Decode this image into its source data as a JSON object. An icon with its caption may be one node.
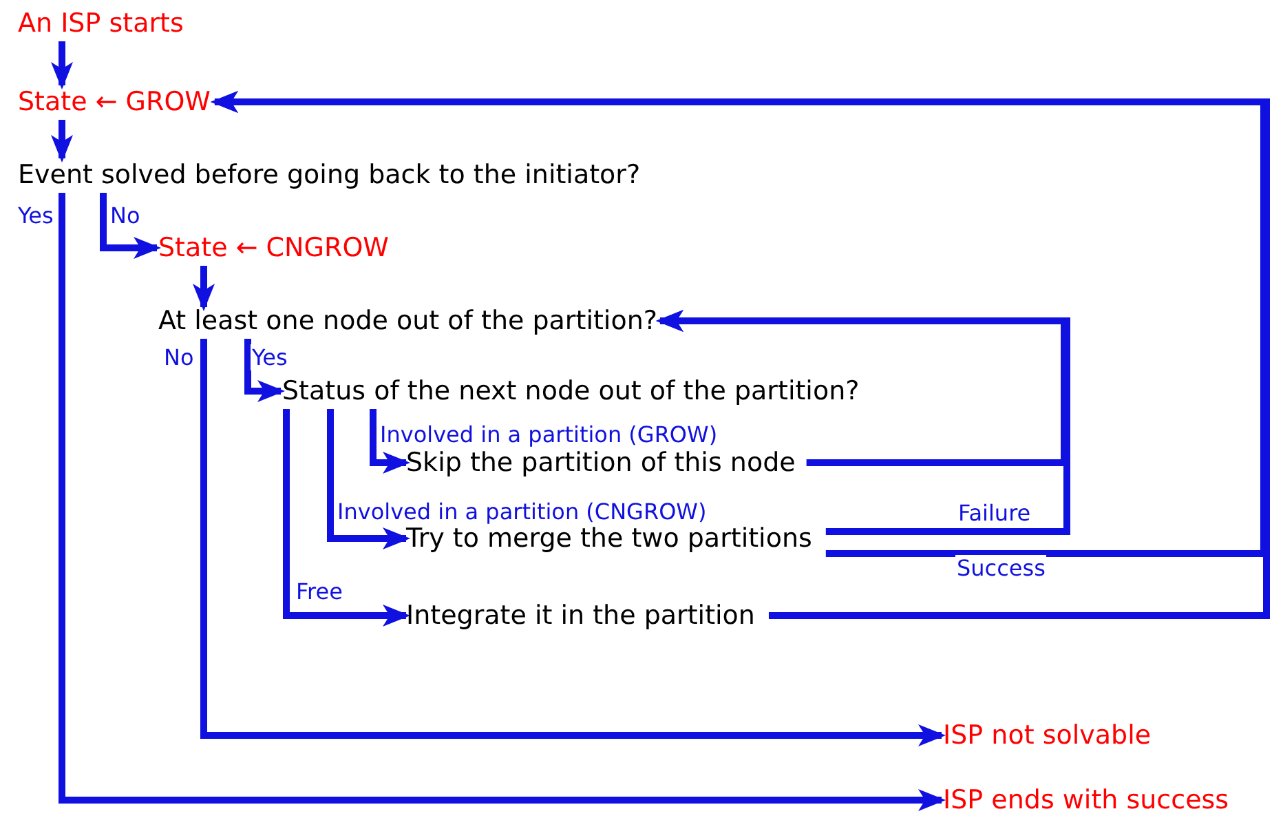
{
  "diagram": {
    "nodes": [
      {
        "text": [
          "An ISP starts"
        ]
      },
      {
        "text": [
          "State ← GROW"
        ]
      },
      {
        "text": [
          "Event solved before going back to the initiator?"
        ]
      },
      {
        "text": [
          "State ← CNGROW"
        ]
      },
      {
        "text": [
          "At least one node out of the partition?"
        ]
      },
      {
        "text": [
          "Status of the next node out of the partition?"
        ]
      },
      {
        "text": [
          "Skip the partition of this node"
        ]
      },
      {
        "text": [
          "Try to merge the two partitions"
        ]
      },
      {
        "text": [
          "Integrate it in the partition"
        ]
      },
      {
        "text": [
          "ISP not solvable"
        ]
      },
      {
        "text": [
          "ISP ends with success"
        ]
      }
    ],
    "edges": [
      {
        "from": 0,
        "to": 1,
        "arrow": "to"
      },
      {
        "from": 1,
        "to": 2,
        "arrow": "to"
      },
      {
        "from": 2,
        "to": 3,
        "label": "No",
        "arrow": "to"
      },
      {
        "from": 2,
        "to": 10,
        "label": "Yes",
        "arrow": "to"
      },
      {
        "from": 3,
        "to": 4,
        "arrow": "to"
      },
      {
        "from": 4,
        "to": 5,
        "label": "Yes",
        "arrow": "to"
      },
      {
        "from": 4,
        "to": 9,
        "label": "No",
        "arrow": "to"
      },
      {
        "from": 5,
        "to": 6,
        "label": "Involved in a partition (GROW)",
        "arrow": "to"
      },
      {
        "from": 5,
        "to": 7,
        "label": "Involved in a partition (CNGROW)",
        "arrow": "to"
      },
      {
        "from": 5,
        "to": 8,
        "label": "Free",
        "arrow": "to"
      },
      {
        "from": 6,
        "to": 4,
        "arrow": "to"
      },
      {
        "from": 7,
        "to": 4,
        "label": "Failure",
        "arrow": "to"
      },
      {
        "from": 7,
        "to": 1,
        "label": "Success",
        "arrow": "to"
      },
      {
        "from": 8,
        "to": 1,
        "arrow": "to"
      }
    ]
  }
}
